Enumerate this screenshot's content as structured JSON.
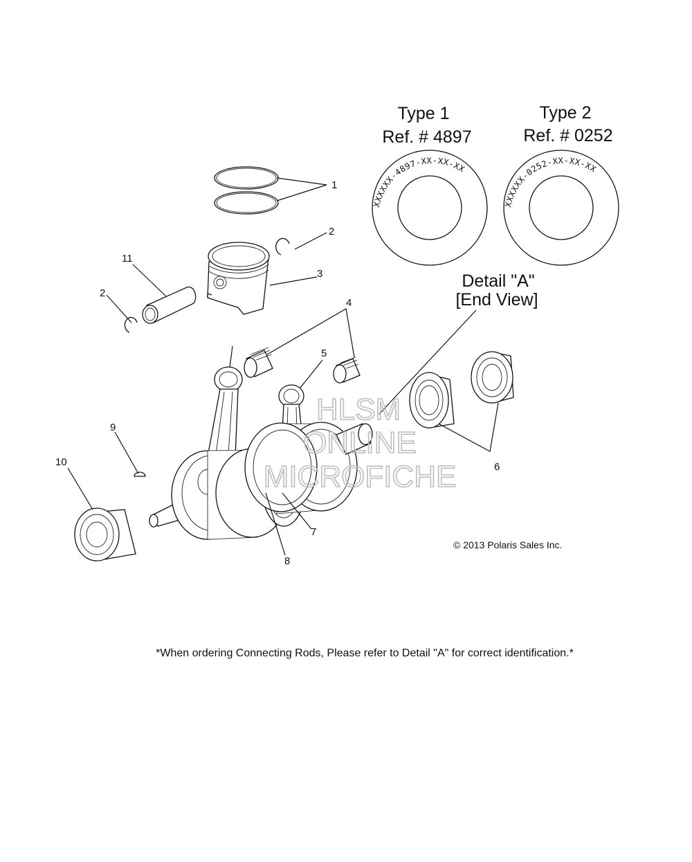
{
  "type_labels": {
    "type1_title": "Type 1",
    "type1_ref": "Ref. # 4897",
    "type2_title": "Type 2",
    "type2_ref": "Ref. # 0252",
    "type1_marking": "XXXXXX-4897-XX-XX-XX",
    "type2_marking": "XXXXXX-0252-XX-XX-XX"
  },
  "detail": {
    "title": "Detail \"A\"",
    "subtitle": "[End View]"
  },
  "callouts": {
    "c1": "1",
    "c2a": "2",
    "c2b": "2",
    "c3": "3",
    "c4": "4",
    "c5": "5",
    "c6": "6",
    "c7": "7",
    "c8": "8",
    "c9": "9",
    "c10": "10",
    "c11": "11"
  },
  "watermark": {
    "line1": "HLSM",
    "line2": "ONLINE",
    "line3": "MICROFICHE"
  },
  "copyright": "© 2013 Polaris Sales Inc.",
  "footnote": "*When ordering Connecting Rods, Please refer to Detail \"A\" for correct identification.*"
}
